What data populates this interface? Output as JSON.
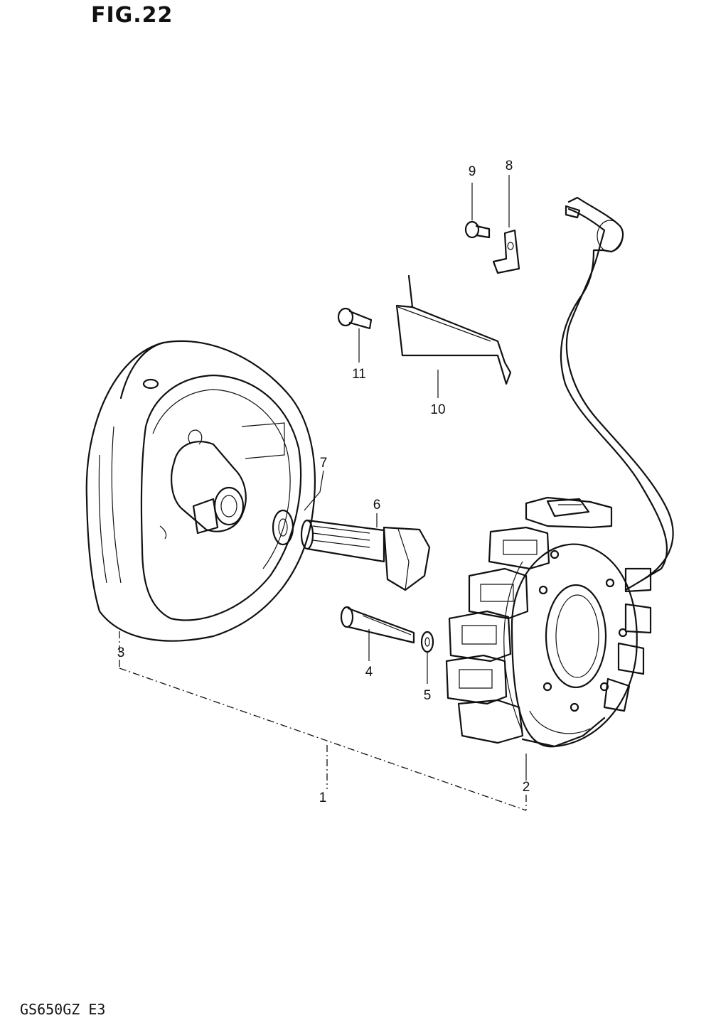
{
  "figure": {
    "title": "FIG.22",
    "model": "GS650GZ E3"
  },
  "callouts": {
    "c1": "1",
    "c2": "2",
    "c3": "3",
    "c4": "4",
    "c5": "5",
    "c6": "6",
    "c7": "7",
    "c8": "8",
    "c9": "9",
    "c10": "10",
    "c11": "11"
  }
}
